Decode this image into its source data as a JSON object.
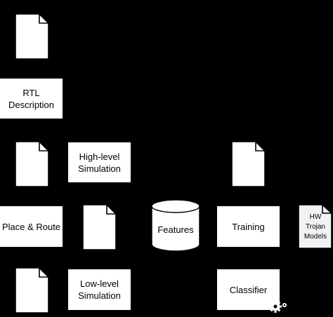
{
  "nodes": {
    "rtl": "RTL\nDescription",
    "high_sim": "High-level\nSimulation",
    "place_route": "Place & Route",
    "features": "Features",
    "training": "Training",
    "hw_models": "HW\nTrojan\nModels",
    "low_sim": "Low-level\nSimulation",
    "classifier": "Classifier"
  },
  "icons": {
    "document": "document-icon",
    "database": "database-icon",
    "gear": "gear-icon"
  }
}
